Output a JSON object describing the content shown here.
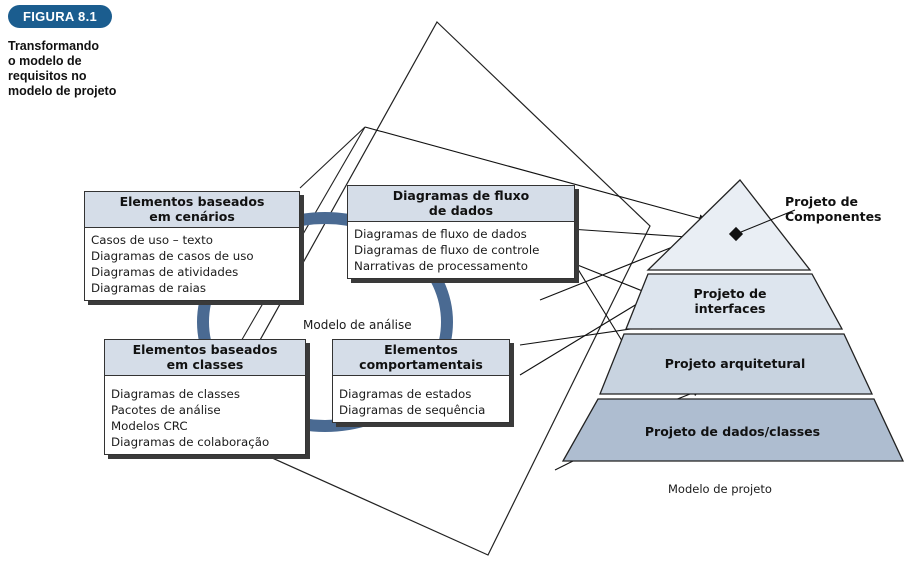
{
  "figure": {
    "badge": "FIGURA 8.1",
    "caption_lines": [
      "Transformando",
      "o modelo de",
      "requisitos no",
      "modelo de projeto"
    ]
  },
  "analysis_model": {
    "label": "Modelo de análise",
    "cards": [
      {
        "id": "scenario",
        "title_lines": [
          "Elementos baseados",
          "em cenários"
        ],
        "items": [
          "Casos de uso – texto",
          "Diagramas de casos de uso",
          "Diagramas de atividades",
          "Diagramas de raias"
        ]
      },
      {
        "id": "flow",
        "title_lines": [
          "Diagramas de fluxo",
          "de dados"
        ],
        "items": [
          "Diagramas de fluxo de dados",
          "Diagramas de fluxo de controle",
          "Narrativas de processamento"
        ]
      },
      {
        "id": "classes",
        "title_lines": [
          "Elementos baseados",
          "em classes"
        ],
        "items": [
          "Diagramas de classes",
          "Pacotes de análise",
          "Modelos CRC",
          "Diagramas de colaboração"
        ]
      },
      {
        "id": "behavior",
        "title_lines": [
          "Elementos",
          "comportamentais"
        ],
        "items": [
          "Diagramas de estados",
          "Diagramas de sequência"
        ]
      }
    ]
  },
  "design_model": {
    "label": "Modelo de projeto",
    "tiers": [
      {
        "id": "components",
        "label_lines": [
          "Projeto de",
          "Componentes"
        ]
      },
      {
        "id": "interfaces",
        "label_lines": [
          "Projeto de",
          "interfaces"
        ]
      },
      {
        "id": "architecture",
        "label_lines": [
          "Projeto arquitetural"
        ]
      },
      {
        "id": "data",
        "label_lines": [
          "Projeto de dados/classes"
        ]
      }
    ]
  },
  "colors": {
    "badge": "#1b5d8f",
    "card_header": "#d5dde8",
    "ring": "#4a6a92",
    "tier_top": "#e9eef4",
    "tier_2": "#dde5ee",
    "tier_3": "#c8d3e0",
    "tier_4": "#aebdd0"
  }
}
